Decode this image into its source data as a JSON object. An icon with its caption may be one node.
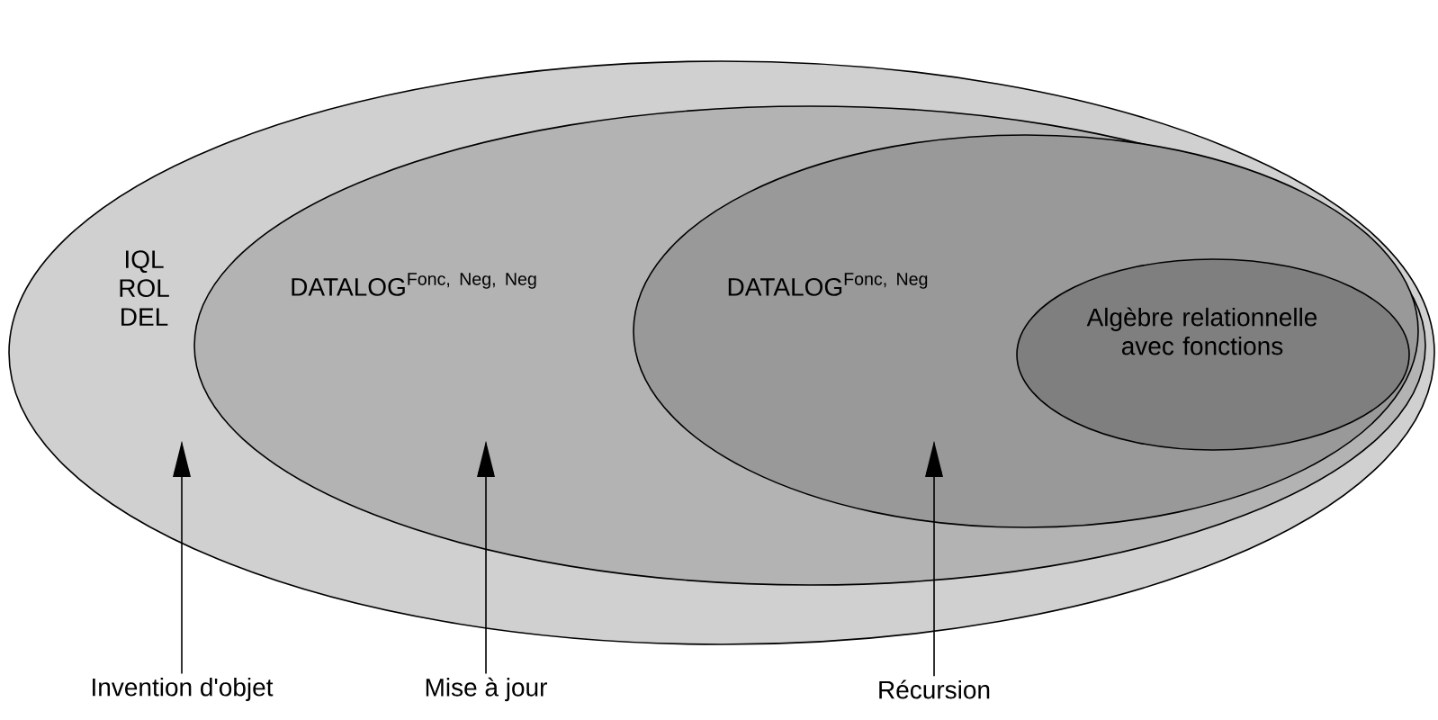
{
  "diagram": {
    "nodes": [
      {
        "text": [
          "IQL ROL DEL"
        ]
      },
      {
        "text": [
          "\\text{DATALOG}^{\\text{Fonc, Neg, Neg}}"
        ],
        "in": 0
      },
      {
        "text": [
          "\\text{DATALOG}^{\\text{Fonc, Neg}}"
        ],
        "in": 1
      },
      {
        "text": [
          "Algèbre relationnelle avec fonctions"
        ],
        "in": 2
      },
      {
        "text": [
          "Invention d'objet"
        ]
      },
      {
        "text": [
          "Mise à jour"
        ]
      },
      {
        "text": [
          "Récursion"
        ]
      }
    ],
    "edges": [
      {
        "from": 4,
        "to": 0,
        "arrow": "to"
      },
      {
        "from": 5,
        "to": 1,
        "arrow": "to"
      },
      {
        "from": 6,
        "to": 2,
        "arrow": "to"
      }
    ]
  }
}
